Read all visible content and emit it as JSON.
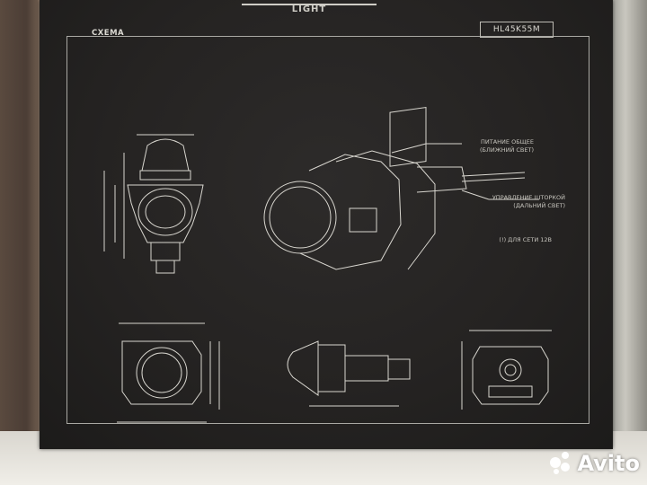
{
  "box": {
    "brand_word": "LIGHT",
    "schema_label": "СХЕМА",
    "model": "HL45K55M",
    "callout_power": "ПИТАНИЕ ОБЩЕЕ\n(БЛИЖНИЙ СВЕТ)",
    "callout_shutter": "УПРАВЛЕНИЕ ШТОРКОЙ\n(ДАЛЬНИЙ СВЕТ)",
    "callout_network": "(!) ДЛЯ СЕТИ 12В"
  },
  "watermark": {
    "text": "Avito"
  },
  "colors": {
    "panel": "#252322",
    "line_art": "#d8d6cf",
    "frame": "#a9a8a3"
  }
}
